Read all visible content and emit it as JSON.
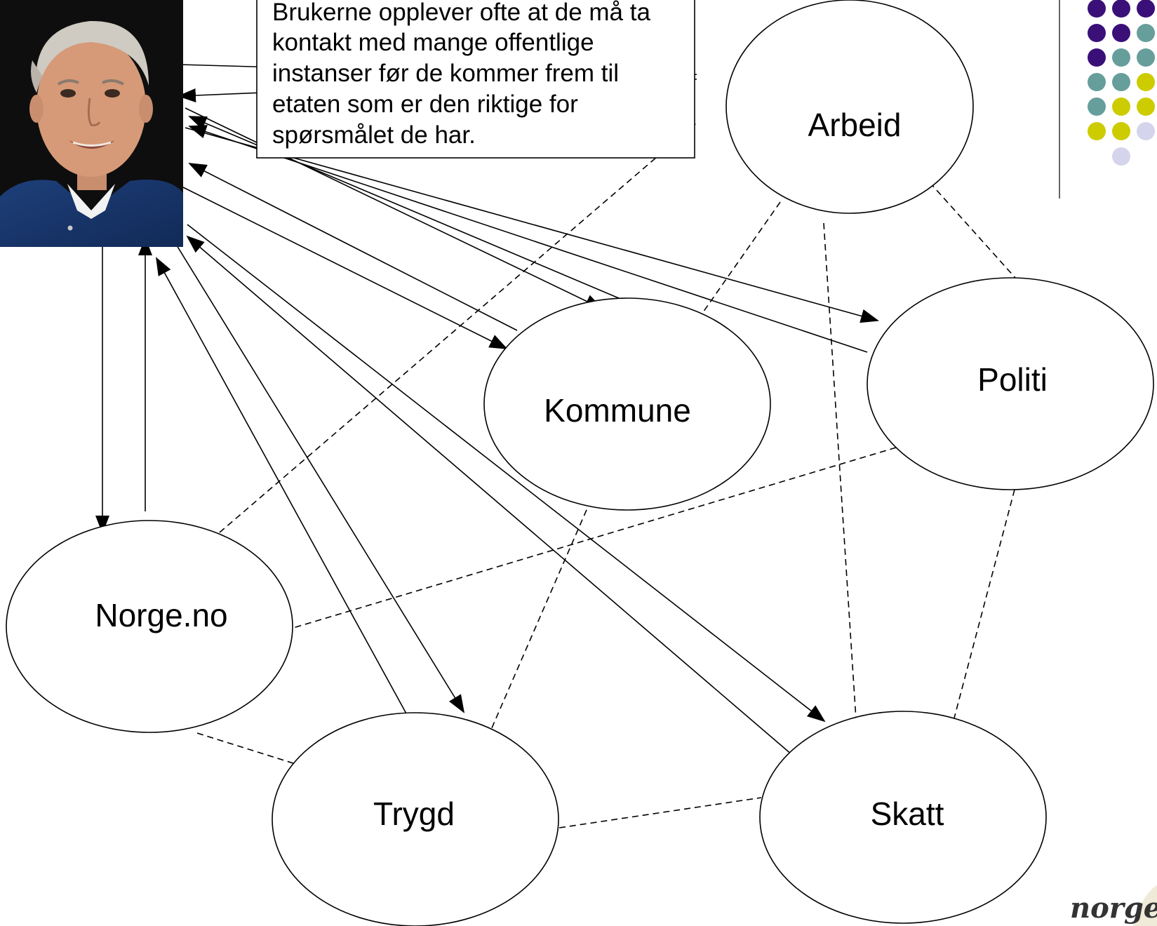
{
  "callout": {
    "lines": [
      "Brukerne opplever ofte at de må ta",
      "kontakt med mange offentlige",
      "instanser før de kommer frem til",
      "etaten som er den riktige for",
      "spørsmålet de har."
    ]
  },
  "nodes": {
    "arbeid": "Arbeid",
    "politi": "Politi",
    "kommune": "Kommune",
    "norge": "Norge.no",
    "trygd": "Trygd",
    "skatt": "Skatt"
  },
  "logo": {
    "text": "norge.n"
  },
  "colors": {
    "purple": "#3a1078",
    "teal": "#669e9b",
    "yellow": "#cccc00",
    "lavender": "#d4d4ec",
    "line": "#000000"
  }
}
